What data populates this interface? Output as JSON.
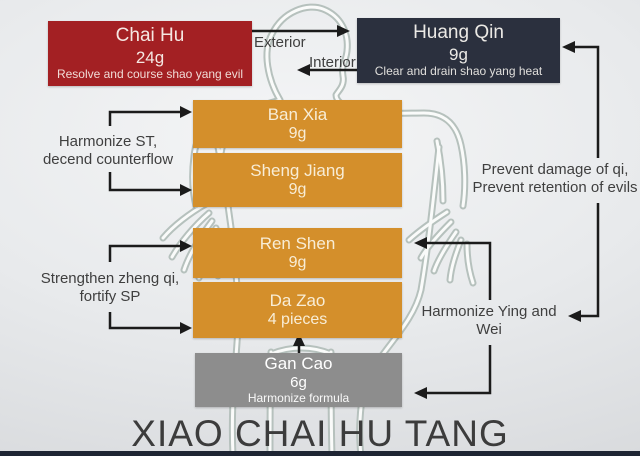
{
  "slide": {
    "title": "XIAO CHAI HU TANG"
  },
  "boxes": {
    "chai_hu": {
      "name": "Chai Hu",
      "dose": "24g",
      "caption": "Resolve and course shao yang evil"
    },
    "huang_qin": {
      "name": "Huang Qin",
      "dose": "9g",
      "caption": "Clear and drain shao yang heat"
    },
    "ban_xia": {
      "name": "Ban Xia",
      "dose": "9g"
    },
    "sheng_jiang": {
      "name": "Sheng Jiang",
      "dose": "9g"
    },
    "ren_shen": {
      "name": "Ren Shen",
      "dose": "9g"
    },
    "da_zao": {
      "name": "Da Zao",
      "dose": "4 pieces"
    },
    "gan_cao": {
      "name": "Gan Cao",
      "dose": "6g",
      "caption": "Harmonize formula"
    }
  },
  "annotations": {
    "exterior": "Exterior",
    "interior": "Interior",
    "harmonize_st": "Harmonize ST,\ndecend counterflow",
    "strengthen_zheng": "Strengthen zheng qi,\nfortify SP",
    "prevent_damage": "Prevent damage of qi,\nPrevent retention of evils",
    "harmonize_ying_wei": "Harmonize Ying and\nWei"
  },
  "colors": {
    "chai_hu_box": "#a32023",
    "huang_qin_box": "#2b303e",
    "herb_box_orange": "#d48f2b",
    "gan_cao_box": "#8d8d8d",
    "arrow": "#1b1b1b",
    "label_text": "#3f3f3f",
    "figure_outline": "#b6c1bd",
    "footer_bar": "#1e2533"
  }
}
